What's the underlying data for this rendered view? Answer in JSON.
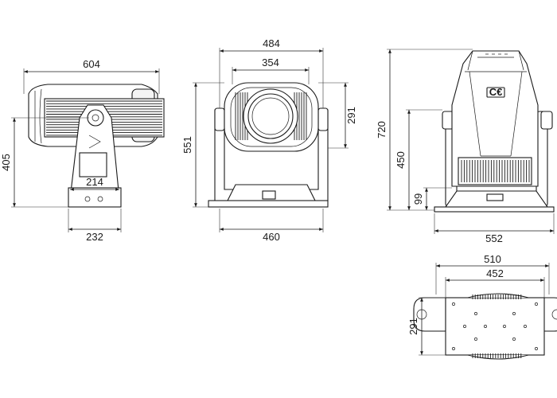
{
  "dimensions": {
    "side_length": "604",
    "side_height": "405",
    "side_base_inner": "214",
    "side_base_outer": "232",
    "front_top_outer": "484",
    "front_top_inner": "354",
    "front_height": "551",
    "front_lens_height": "291",
    "front_base": "460",
    "rear_height_total": "720",
    "rear_height_mid": "450",
    "rear_height_base": "99",
    "rear_base": "552",
    "top_outer": "510",
    "top_inner": "452",
    "top_depth": "291"
  },
  "logo_text": "C€"
}
